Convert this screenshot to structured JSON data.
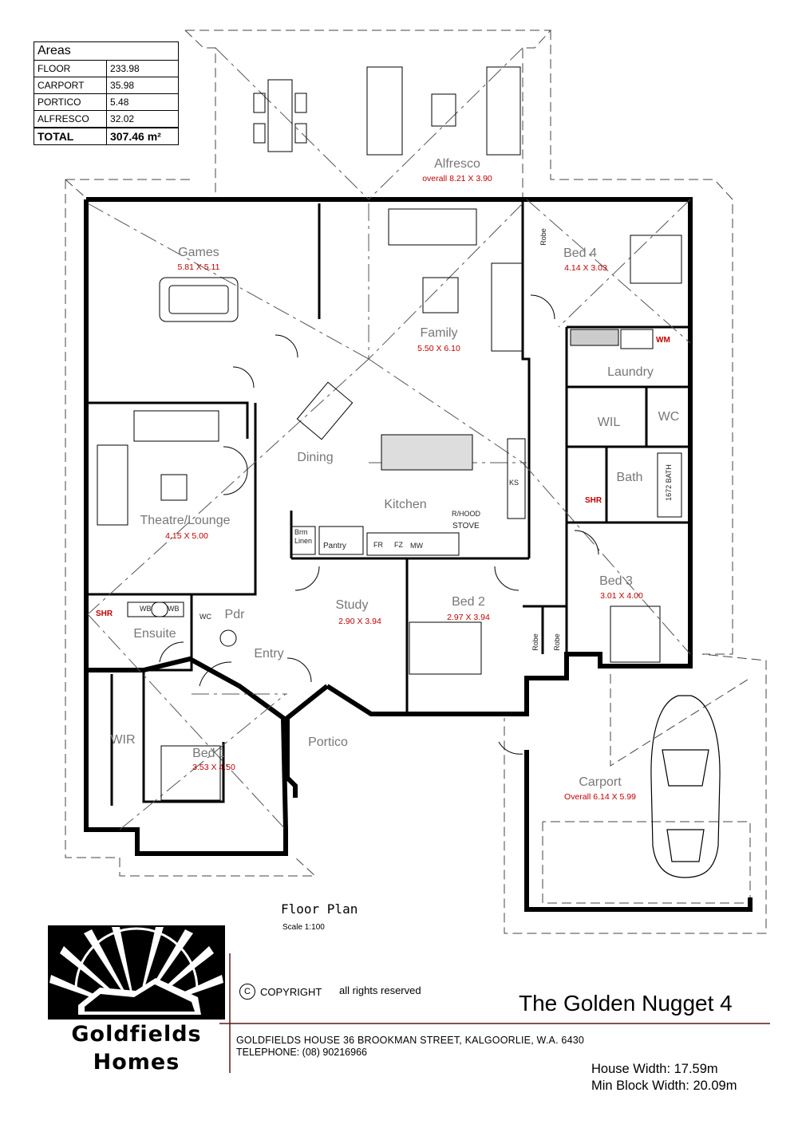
{
  "areas": {
    "title": "Areas",
    "rows": [
      {
        "label": "FLOOR",
        "value": "233.98"
      },
      {
        "label": "CARPORT",
        "value": "35.98"
      },
      {
        "label": "PORTICO",
        "value": "5.48"
      },
      {
        "label": "ALFRESCO",
        "value": "32.02"
      }
    ],
    "total_label": "TOTAL",
    "total_value": "307.46 m²"
  },
  "rooms": {
    "alfresco": {
      "name": "Alfresco",
      "dim": "overall  8.21 X 3.90"
    },
    "games": {
      "name": "Games",
      "dim": "5.81 X 5.11"
    },
    "family": {
      "name": "Family",
      "dim": "5.50 X 6.10"
    },
    "bed4": {
      "name": "Bed 4",
      "dim": "4.14 X 3.03"
    },
    "laundry": {
      "name": "Laundry"
    },
    "wil": {
      "name": "WIL"
    },
    "wc": {
      "name": "WC"
    },
    "bath": {
      "name": "Bath"
    },
    "dining": {
      "name": "Dining"
    },
    "kitchen": {
      "name": "Kitchen"
    },
    "theatre": {
      "name": "Theatre/Lounge",
      "dim": "4.15 X 5.00"
    },
    "study": {
      "name": "Study",
      "dim": "2.90 X 3.94"
    },
    "bed2": {
      "name": "Bed 2",
      "dim": "2.97 X 3.94"
    },
    "bed3": {
      "name": "Bed 3",
      "dim": "3.01 X 4.00"
    },
    "ensuite": {
      "name": "Ensuite"
    },
    "pdr": {
      "name": "Pdr"
    },
    "entry": {
      "name": "Entry"
    },
    "wir": {
      "name": "WIR"
    },
    "bed1": {
      "name": "Bed 1",
      "dim": "3.53 X 4.50"
    },
    "portico": {
      "name": "Portico"
    },
    "carport": {
      "name": "Carport",
      "dim": "Overall  6.14 X 5.99"
    }
  },
  "fixtures": {
    "robe": "Robe",
    "wm": "WM",
    "shr": "SHR",
    "bath": "1672 BATH",
    "wb": "WB",
    "wc": "WC",
    "ks": "KS",
    "rhood": "R/HOOD",
    "stove": "STOVE",
    "fr": "FR",
    "fz": "FZ",
    "mw": "MW",
    "pantry": "Pantry",
    "linen": "Brm Linen"
  },
  "plan_title": "Floor Plan",
  "scale": "Scale 1:100",
  "copyright_symbol": "C",
  "copyright": "COPYRIGHT",
  "rights": "all rights reserved",
  "plan_name": "The Golden Nugget 4",
  "address": "GOLDFIELDS HOUSE 36 BROOKMAN STREET, KALGOORLIE, W.A. 6430",
  "telephone": "TELEPHONE: (08) 90216966",
  "house_width": "House Width: 17.59m",
  "min_block_width": "Min Block Width: 20.09m",
  "brand_line1": "Goldfields",
  "brand_line2": "Homes",
  "colors": {
    "dimension_red": "#c00000",
    "label_grey": "#777777"
  }
}
